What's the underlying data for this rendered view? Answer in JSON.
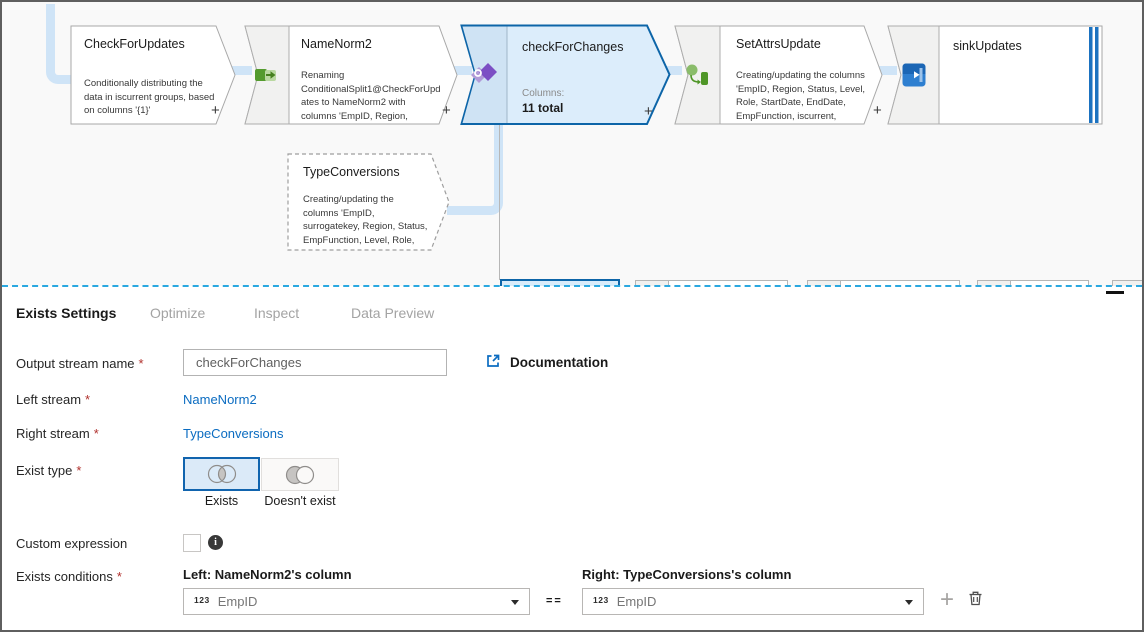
{
  "canvas": {
    "nodes": [
      {
        "title": "CheckForUpdates",
        "type": "conditional-split",
        "description": "Conditionally distributing the data in iscurrent groups, based on columns '{1}'",
        "add_label": "+"
      },
      {
        "title": "NameNorm2",
        "type": "select",
        "description": "Renaming ConditionalSplit1@CheckForUpdates to NameNorm2 with columns 'EmpID, Region,",
        "add_label": "+"
      },
      {
        "title": "checkForChanges",
        "type": "exists",
        "selected": true,
        "columns_label": "Columns:",
        "columns_value": "11 total",
        "add_label": "+"
      },
      {
        "title": "SetAttrsUpdate",
        "type": "derived-column",
        "description": "Creating/updating the columns 'EmpID, Region, Status, Level, Role, StartDate, EndDate, EmpFunction, iscurrent,",
        "add_label": "+"
      },
      {
        "title": "sinkUpdates",
        "type": "sink"
      },
      {
        "title": "TypeConversions",
        "type": "derived-column",
        "preview": true,
        "description": "Creating/updating the columns 'EmpID, surrogatekey, Region, Status, EmpFunction, Level, Role, StartDate, EndDate,"
      }
    ],
    "icons": [
      "select-rename-icon",
      "exists-icon",
      "derived-column-icon",
      "sink-icon"
    ]
  },
  "panel": {
    "tabs": [
      {
        "label": "Exists Settings",
        "active": true
      },
      {
        "label": "Optimize",
        "active": false
      },
      {
        "label": "Inspect",
        "active": false
      },
      {
        "label": "Data Preview",
        "active": false
      }
    ],
    "required_marker": "*",
    "output_stream": {
      "label": "Output stream name",
      "value": "checkForChanges"
    },
    "documentation": {
      "label": "Documentation",
      "icon": "external-link-icon"
    },
    "left_stream": {
      "label": "Left stream",
      "value": "NameNorm2"
    },
    "right_stream": {
      "label": "Right stream",
      "value": "TypeConversions"
    },
    "exist_type": {
      "label": "Exist type",
      "options": [
        "Exists",
        "Doesn't exist"
      ],
      "selected": "Exists"
    },
    "custom_expression": {
      "label": "Custom expression",
      "checked": false,
      "icon": "info-icon"
    },
    "exists_conditions": {
      "label": "Exists conditions",
      "left_header": "Left: NameNorm2's column",
      "right_header": "Right: TypeConversions's column",
      "type_badge": "123",
      "left_value": "EmpID",
      "operator": "==",
      "right_value": "EmpID"
    }
  },
  "colors": {
    "accent": "#1164ae",
    "selection_fill": "#dcedfb",
    "connector": "#cfe4f7",
    "link": "#0b6cc1",
    "divider": "#2aa8e0",
    "canvas_bg": "#f9f9f9"
  }
}
